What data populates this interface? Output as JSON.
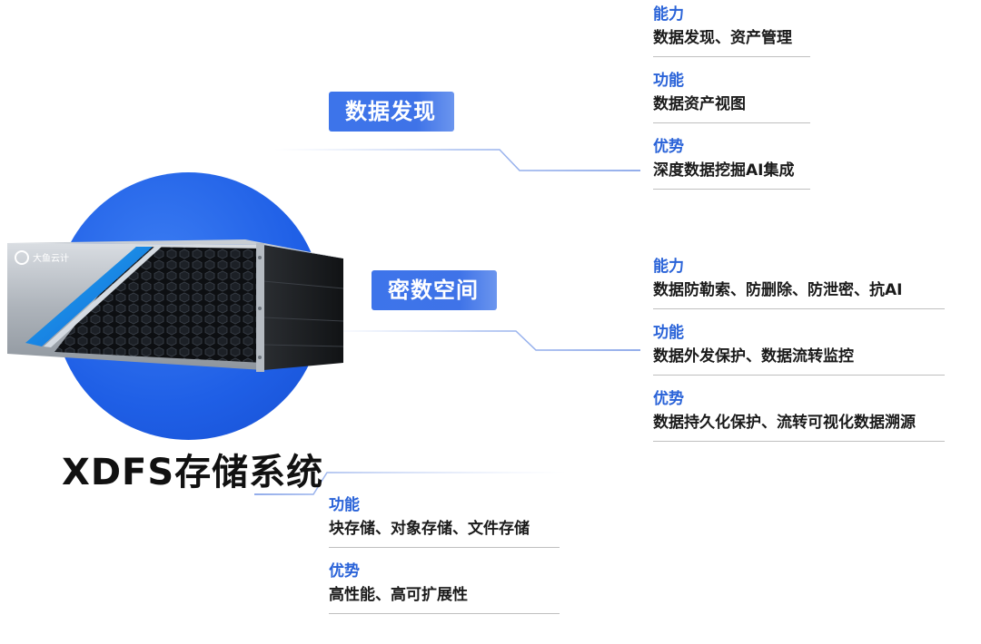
{
  "product_title": "XDFS存储系统",
  "brand_logo_text": "大鱼云计",
  "tags": {
    "discovery": "数据发现",
    "secure_space": "密数空间"
  },
  "discovery_block": {
    "ability_label": "能力",
    "ability_value": "数据发现、资产管理",
    "function_label": "功能",
    "function_value": "数据资产视图",
    "advantage_label": "优势",
    "advantage_value": "深度数据挖掘AI集成"
  },
  "secure_block": {
    "ability_label": "能力",
    "ability_value": "数据防勒索、防删除、防泄密、抗AI",
    "function_label": "功能",
    "function_value": "数据外发保护、数据流转监控",
    "advantage_label": "优势",
    "advantage_value": "数据持久化保护、流转可视化数据溯源"
  },
  "storage_block": {
    "function_label": "功能",
    "function_value": "块存储、对象存储、文件存储",
    "advantage_label": "优势",
    "advantage_value": "高性能、高可扩展性"
  },
  "colors": {
    "accent_blue": "#2a63d8",
    "circle_blue": "#1f5fe6",
    "tag_blue": "#3d74ea"
  }
}
